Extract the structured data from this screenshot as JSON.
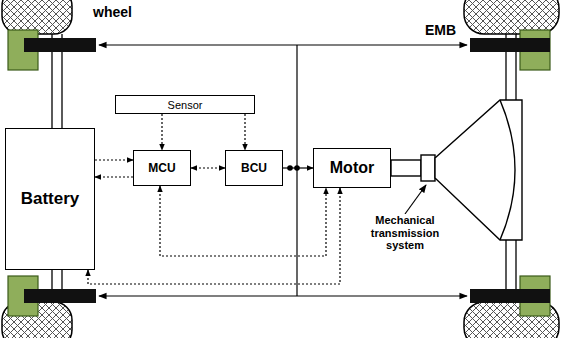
{
  "diagram": {
    "nodes": [
      {
        "text": [
          "Battery"
        ]
      },
      {
        "text": [
          "Sensor"
        ]
      },
      {
        "text": [
          "MCU"
        ]
      },
      {
        "text": [
          "BCU"
        ]
      },
      {
        "text": [
          "Motor"
        ]
      }
    ],
    "edges": [
      {
        "from": 1,
        "to": 2,
        "arrow": "to"
      },
      {
        "from": 1,
        "to": 3,
        "arrow": "to"
      },
      {
        "from": 2,
        "to": 3,
        "arrow": "both"
      },
      {
        "from": 0,
        "to": 2,
        "arrow": "to"
      },
      {
        "from": 2,
        "to": 0,
        "arrow": "to"
      },
      {
        "from": 3,
        "to": 4,
        "arrow": "to"
      },
      {
        "from": 2,
        "to": 4,
        "arrow": "both"
      },
      {
        "from": 4,
        "to": 0,
        "arrow": "both"
      }
    ],
    "labels": [
      "wheel",
      "EMB",
      "Mechanical transmission system"
    ]
  }
}
